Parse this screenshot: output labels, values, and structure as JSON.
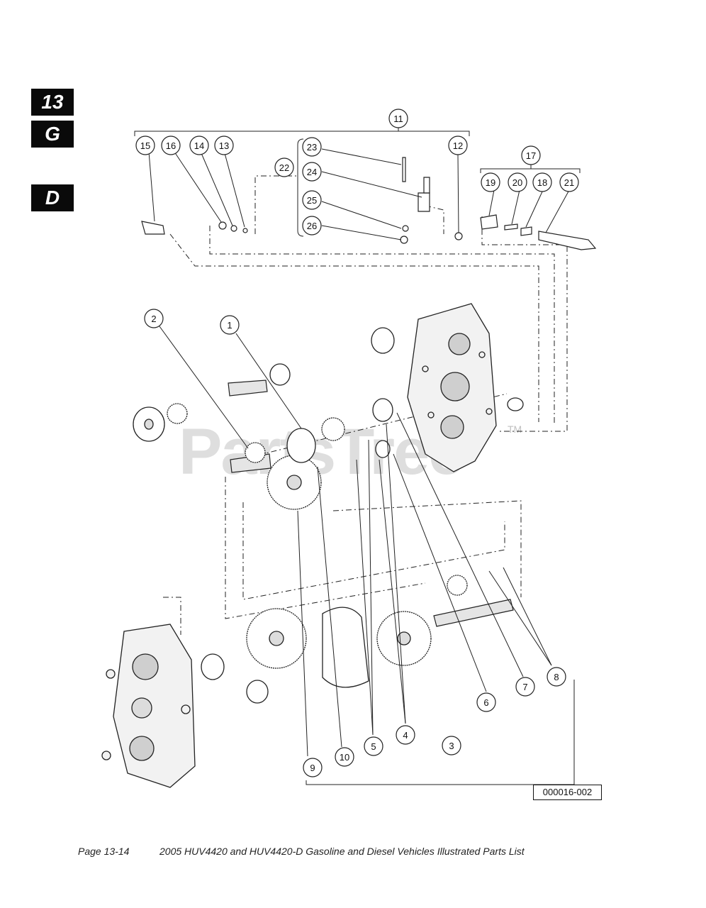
{
  "tabs": {
    "section": "13",
    "letter_g": "G",
    "letter_d": "D"
  },
  "watermark": {
    "brand": "PartsTree",
    "tm": "TM"
  },
  "callouts": [
    "1",
    "2",
    "3",
    "4",
    "5",
    "6",
    "7",
    "8",
    "9",
    "10",
    "11",
    "12",
    "13",
    "14",
    "15",
    "16",
    "17",
    "18",
    "19",
    "20",
    "21",
    "22",
    "23",
    "24",
    "25",
    "26"
  ],
  "figure_ref": "000016-002",
  "footer": {
    "page": "Page 13-14",
    "title": "2005 HUV4420 and HUV4420-D Gasoline and Diesel Vehicles Illustrated Parts List"
  }
}
